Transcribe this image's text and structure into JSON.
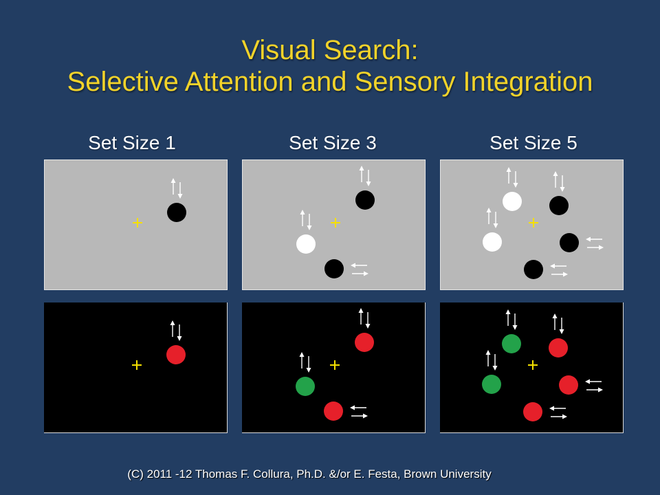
{
  "title": {
    "line1": "Visual Search:",
    "line2": "Selective Attention and Sensory Integration"
  },
  "set_labels": [
    "Set Size 1",
    "Set Size 3",
    "Set Size 5"
  ],
  "footer": "(C) 2011 -12 Thomas F. Collura, Ph.D. &/or E. Festa, Brown University",
  "colors": {
    "background": "#223d62",
    "title": "#f2d32a",
    "fixation": "#f5e000",
    "gray_panel": "#b8b8b8",
    "dark_panel": "#000000",
    "black_dot": "#000000",
    "white_dot": "#ffffff",
    "red_dot": "#e6202a",
    "green_dot": "#23a24a"
  },
  "panels": [
    {
      "set_size": 1,
      "row": "achromatic",
      "items": [
        {
          "dot": "black",
          "motion": "vertical"
        }
      ]
    },
    {
      "set_size": 3,
      "row": "achromatic",
      "items": [
        {
          "dot": "black",
          "motion": "vertical"
        },
        {
          "dot": "white",
          "motion": "vertical"
        },
        {
          "dot": "black",
          "motion": "horizontal"
        }
      ]
    },
    {
      "set_size": 5,
      "row": "achromatic",
      "items": [
        {
          "dot": "white",
          "motion": "vertical"
        },
        {
          "dot": "black",
          "motion": "vertical"
        },
        {
          "dot": "white",
          "motion": "vertical"
        },
        {
          "dot": "black",
          "motion": "horizontal"
        },
        {
          "dot": "black",
          "motion": "horizontal"
        }
      ]
    },
    {
      "set_size": 1,
      "row": "chromatic",
      "items": [
        {
          "dot": "red",
          "motion": "vertical"
        }
      ]
    },
    {
      "set_size": 3,
      "row": "chromatic",
      "items": [
        {
          "dot": "red",
          "motion": "vertical"
        },
        {
          "dot": "green",
          "motion": "vertical"
        },
        {
          "dot": "red",
          "motion": "horizontal"
        }
      ]
    },
    {
      "set_size": 5,
      "row": "chromatic",
      "items": [
        {
          "dot": "green",
          "motion": "vertical"
        },
        {
          "dot": "red",
          "motion": "vertical"
        },
        {
          "dot": "green",
          "motion": "vertical"
        },
        {
          "dot": "red",
          "motion": "horizontal"
        },
        {
          "dot": "red",
          "motion": "horizontal"
        }
      ]
    }
  ]
}
